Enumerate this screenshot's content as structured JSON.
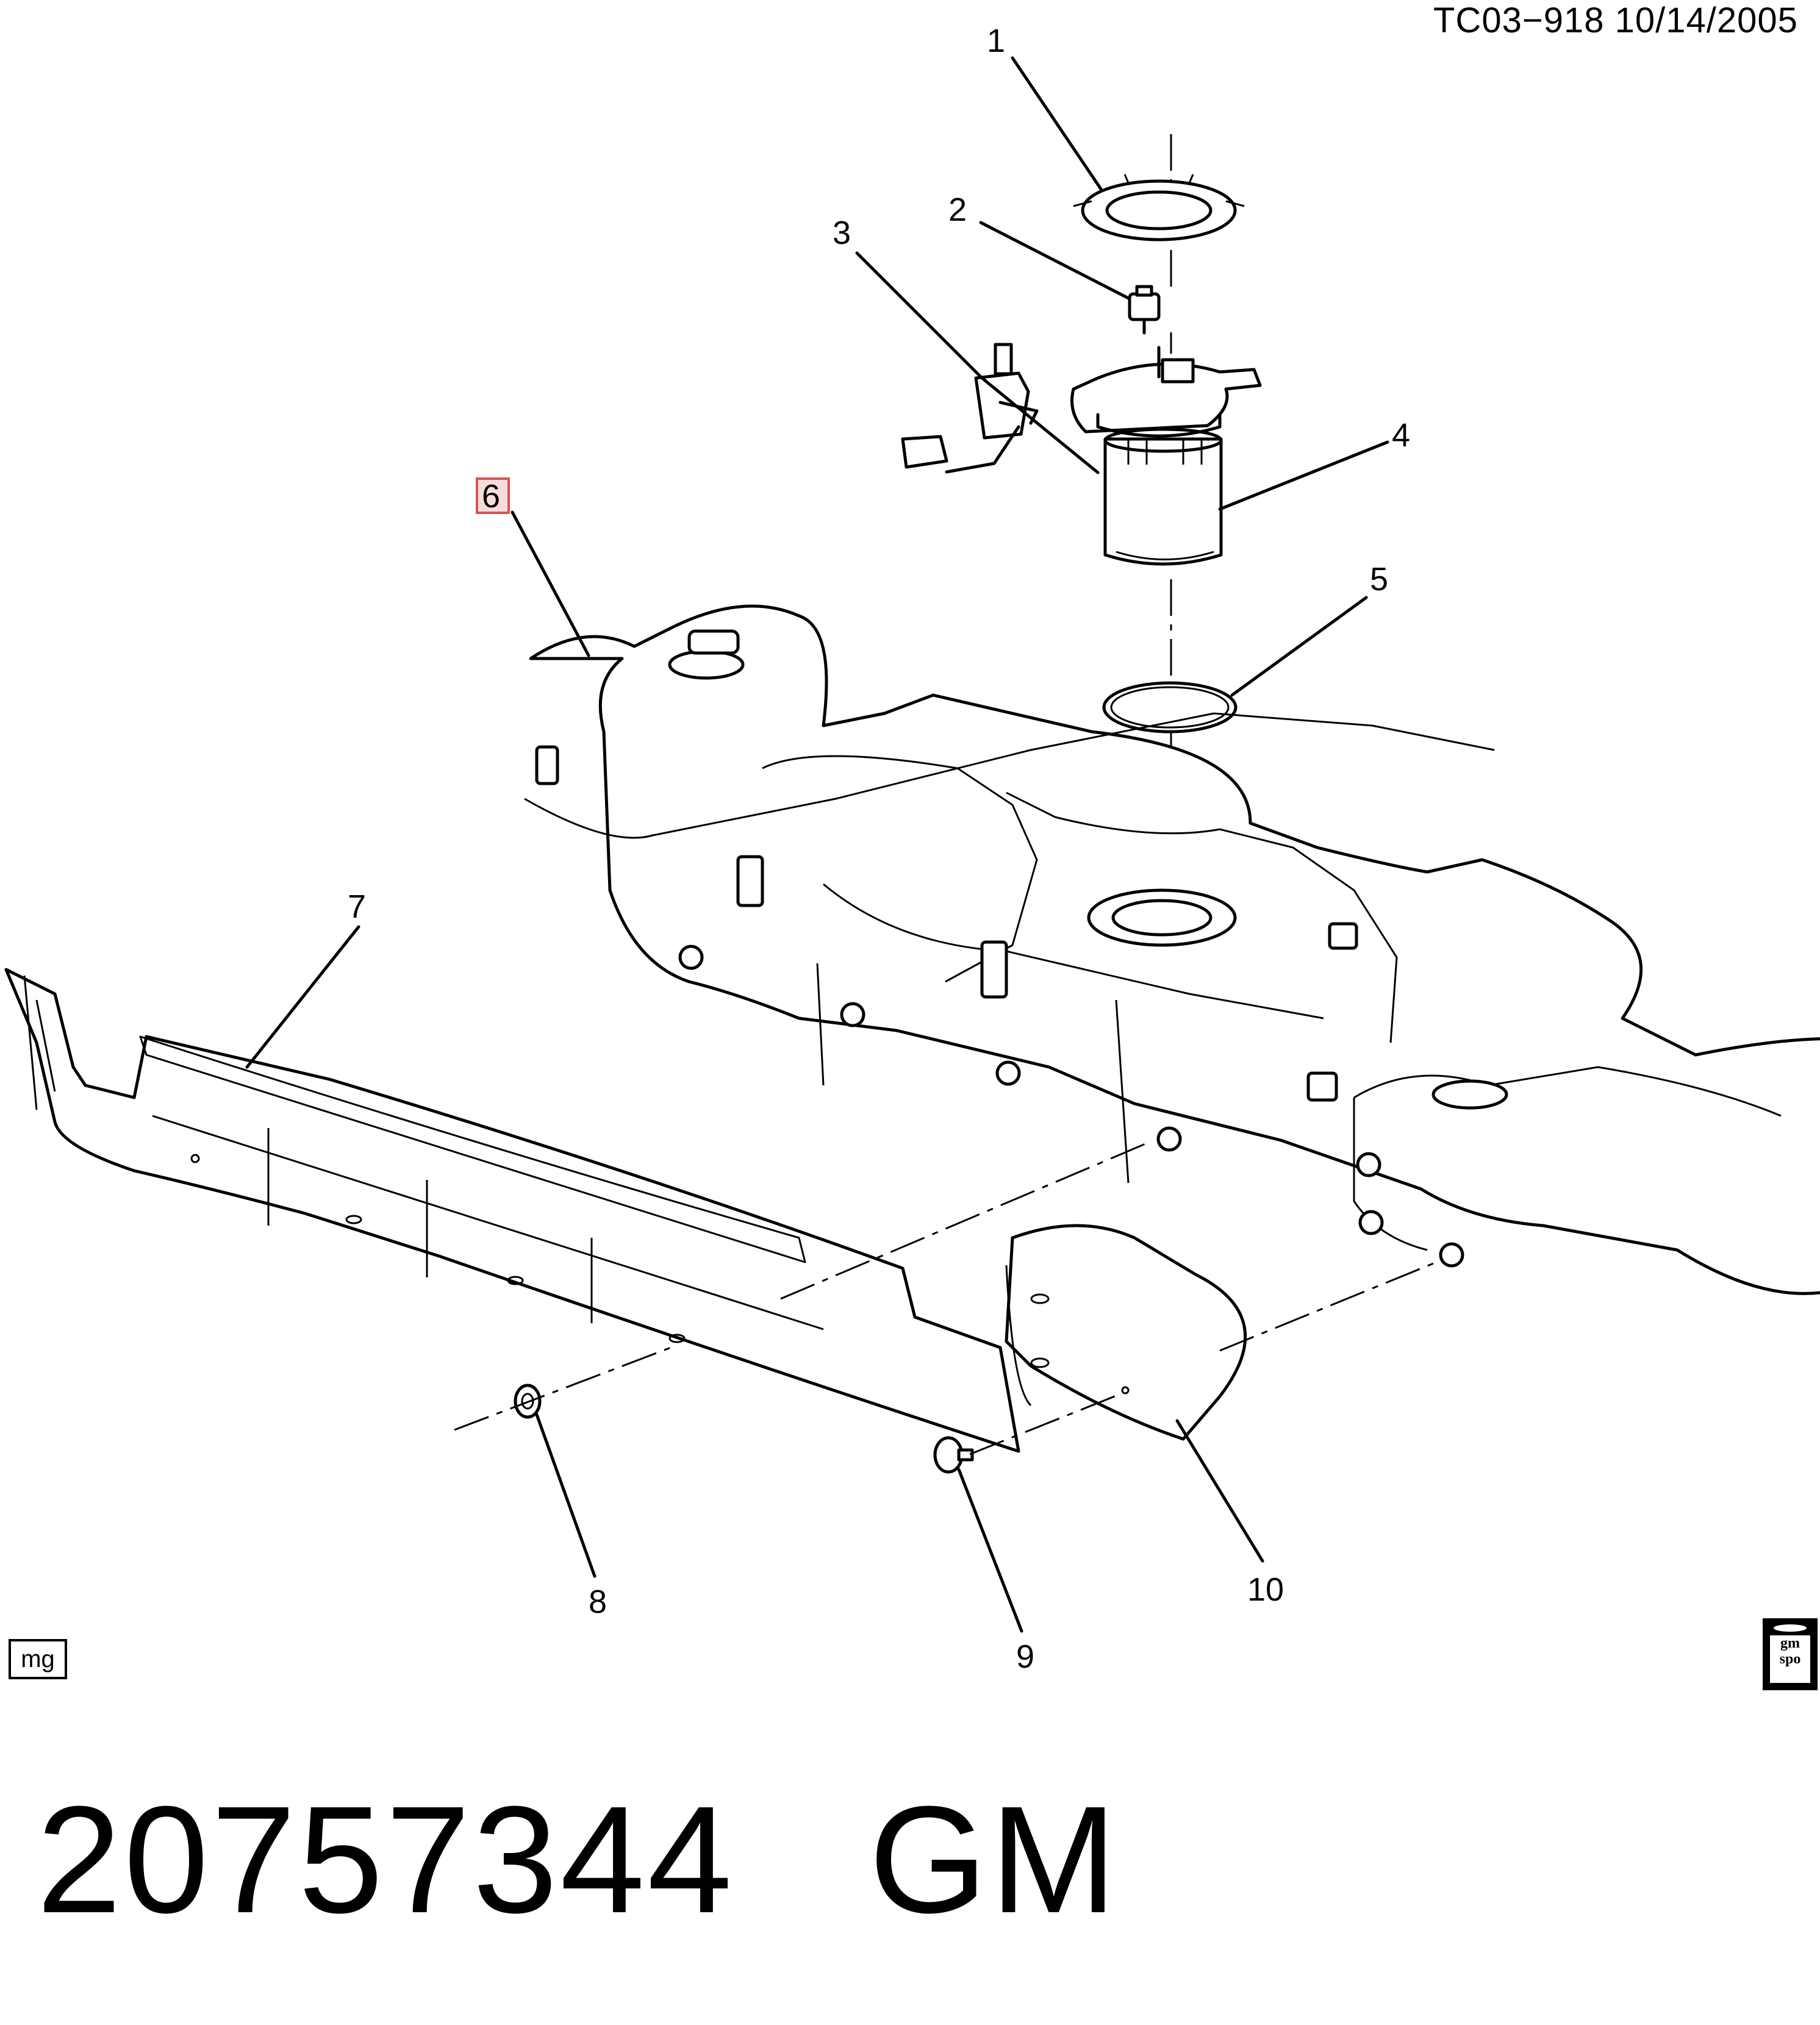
{
  "header": {
    "reference": "TC03−918  10/14/2005"
  },
  "callouts": [
    {
      "id": "1",
      "text": "1"
    },
    {
      "id": "2",
      "text": "2"
    },
    {
      "id": "3",
      "text": "3"
    },
    {
      "id": "4",
      "text": "4"
    },
    {
      "id": "5",
      "text": "5"
    },
    {
      "id": "6",
      "text": "6",
      "highlight_color": "#d9534f"
    },
    {
      "id": "7",
      "text": "7"
    },
    {
      "id": "8",
      "text": "8"
    },
    {
      "id": "9",
      "text": "9"
    },
    {
      "id": "10",
      "text": "10"
    }
  ],
  "footer": {
    "badge": "mg",
    "logo_top": "gm",
    "logo_bottom": "spo"
  },
  "part": {
    "number": "20757344",
    "brand": "GM"
  }
}
